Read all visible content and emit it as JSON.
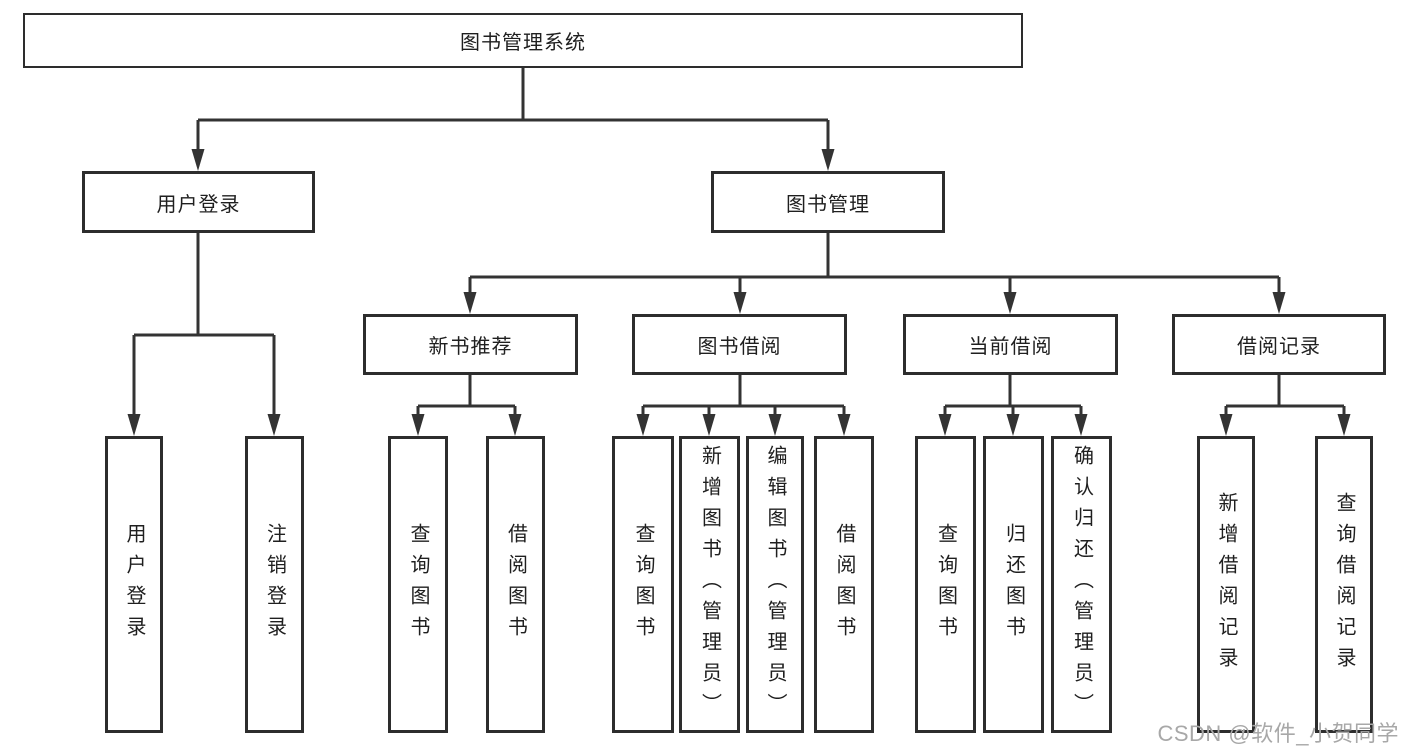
{
  "diagram": {
    "root": {
      "label": "图书管理系统"
    },
    "branches": [
      {
        "label": "用户登录",
        "children": [
          {
            "label": "用户登录"
          },
          {
            "label": "注销登录"
          }
        ]
      },
      {
        "label": "图书管理",
        "children": [
          {
            "label": "新书推荐",
            "children": [
              {
                "label": "查询图书"
              },
              {
                "label": "借阅图书"
              }
            ]
          },
          {
            "label": "图书借阅",
            "children": [
              {
                "label": "查询图书"
              },
              {
                "label": "新增图书（管理员）"
              },
              {
                "label": "编辑图书（管理员）"
              },
              {
                "label": "借阅图书"
              }
            ]
          },
          {
            "label": "当前借阅",
            "children": [
              {
                "label": "查询图书"
              },
              {
                "label": "归还图书"
              },
              {
                "label": "确认归还（管理员）"
              }
            ]
          },
          {
            "label": "借阅记录",
            "children": [
              {
                "label": "新增借阅记录"
              },
              {
                "label": "查询借阅记录"
              }
            ]
          }
        ]
      }
    ]
  },
  "watermark": {
    "text": "CSDN @软件_小贺同学",
    "color": "#a8a8a8"
  },
  "colors": {
    "line": "#333333",
    "box_border": "#2d2d2d",
    "text": "#1f1f1f",
    "background": "#ffffff"
  }
}
